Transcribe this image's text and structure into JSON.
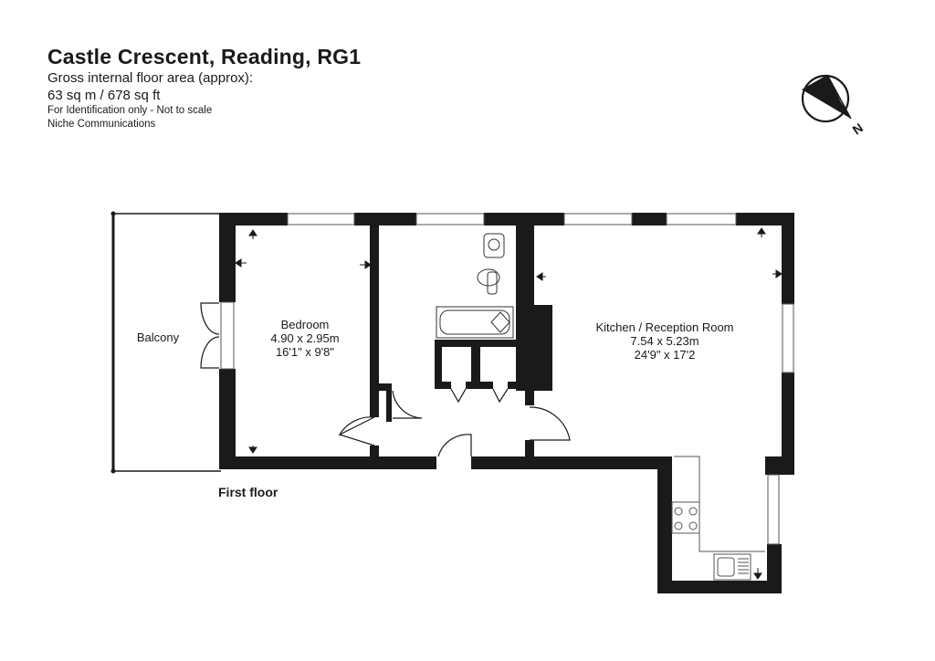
{
  "header": {
    "title": "Castle Crescent, Reading, RG1",
    "area_label": "Gross internal floor area (approx):",
    "area_value": "63 sq m / 678 sq ft",
    "disclaimer": "For Identification only - Not to scale",
    "agent": "Niche Communications"
  },
  "compass": {
    "icon": "north-arrow-icon",
    "label": "N"
  },
  "plan": {
    "floor_label": "First floor",
    "rooms": {
      "balcony": {
        "name": "Balcony"
      },
      "bedroom": {
        "name": "Bedroom",
        "metric": "4.90 x 2.95m",
        "imperial": "16'1\" x 9'8\""
      },
      "kitchen": {
        "name": "Kitchen / Reception Room",
        "metric": "7.54 x 5.23m",
        "imperial": "24'9\" x 17'2"
      }
    }
  },
  "colors": {
    "wall": "#1a1a1a",
    "background": "#ffffff",
    "fixture_stroke": "#333333"
  }
}
